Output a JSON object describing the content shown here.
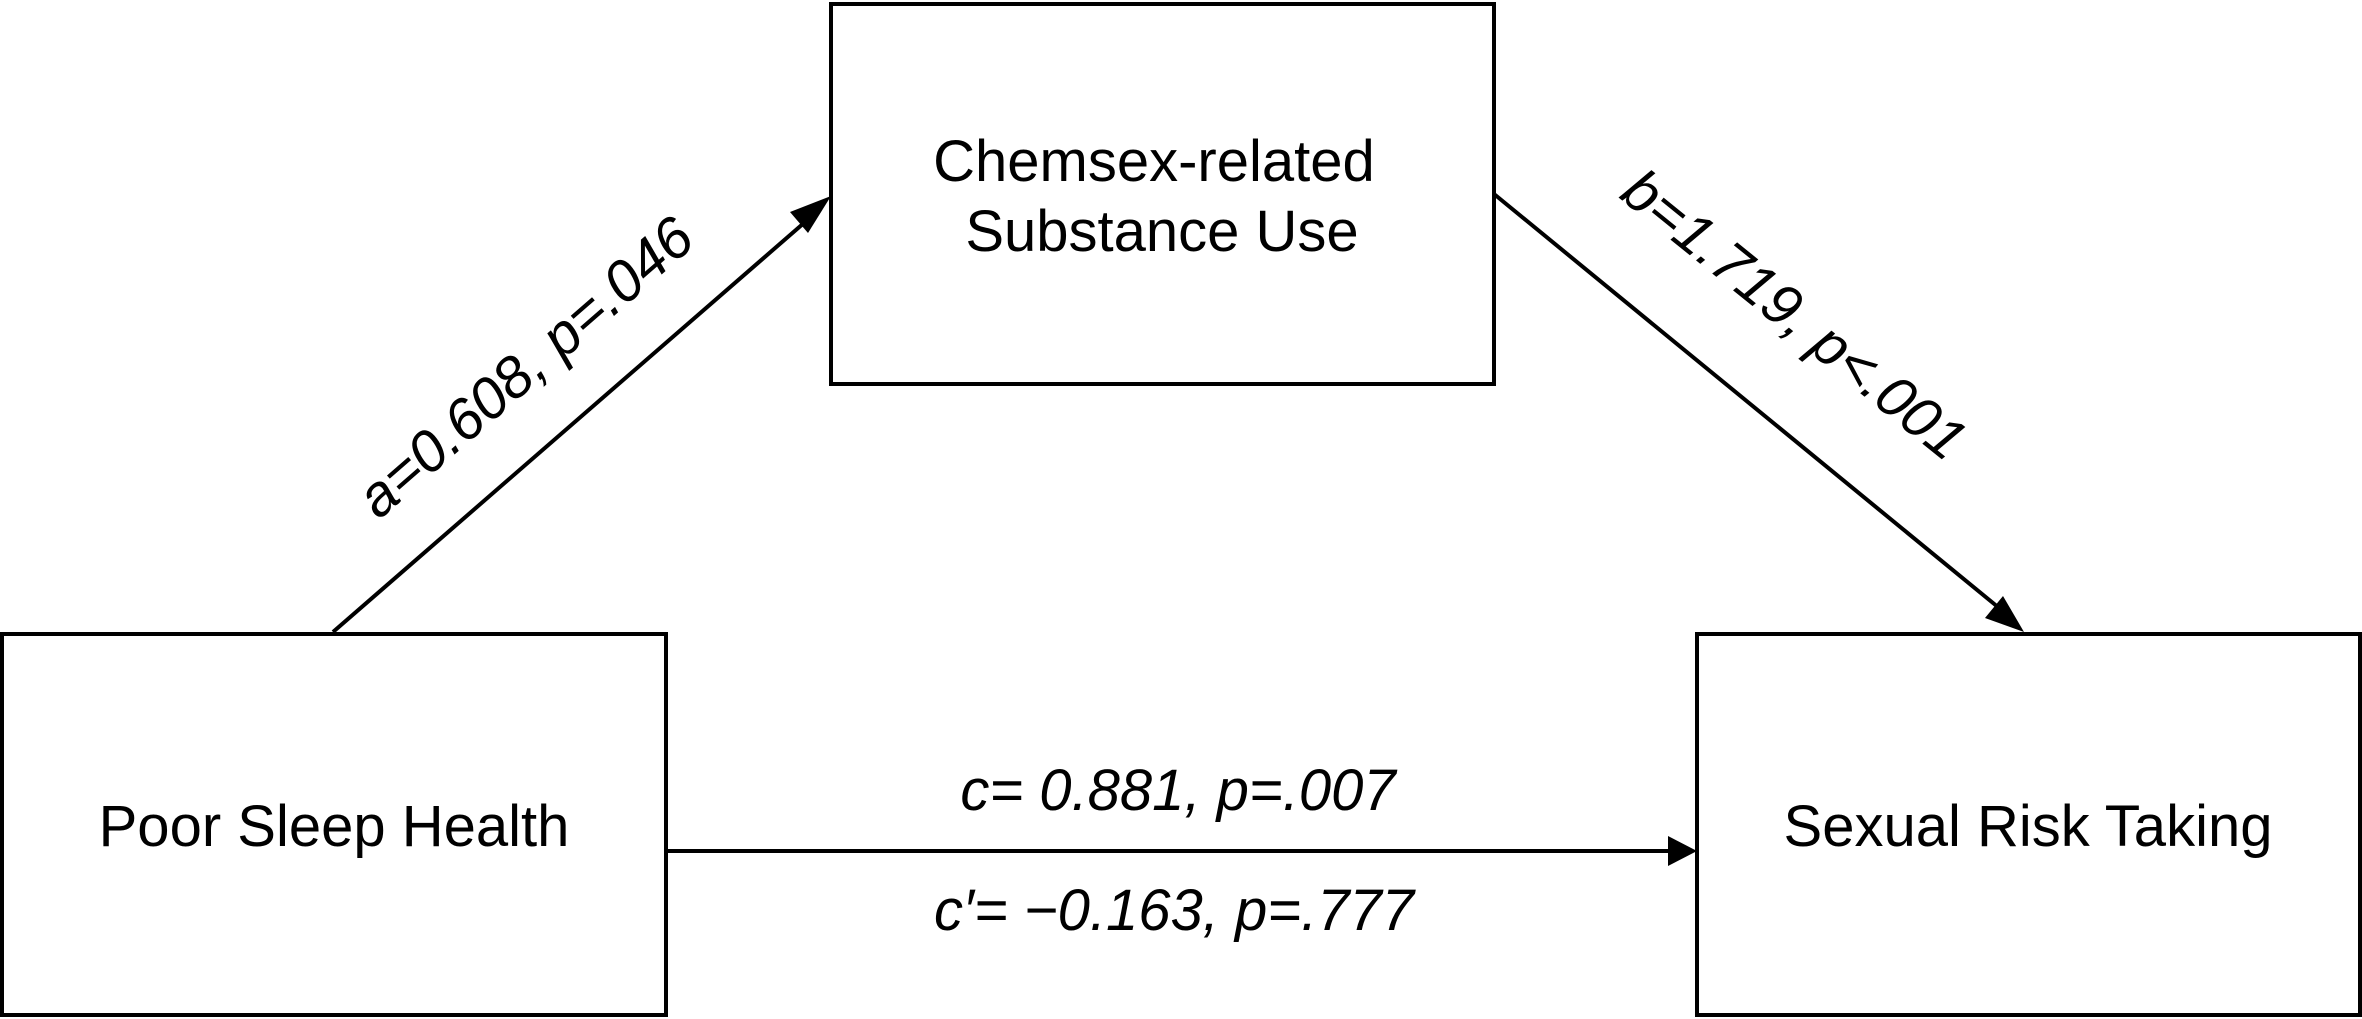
{
  "nodes": {
    "mediator": {
      "lines": [
        "Chemsex-related",
        "Substance Use"
      ]
    },
    "predictor": {
      "lines": [
        "Poor Sleep Health"
      ]
    },
    "outcome": {
      "lines": [
        "Sexual Risk Taking"
      ]
    }
  },
  "edges": {
    "a_path": {
      "from": "predictor",
      "to": "mediator",
      "label": "a=0.608, p=.046",
      "coefficient": 0.608,
      "p_value": ".046"
    },
    "b_path": {
      "from": "mediator",
      "to": "outcome",
      "label": "b=1.719, p<.001",
      "coefficient": 1.719,
      "p_value": "<.001"
    },
    "c_path": {
      "from": "predictor",
      "to": "outcome",
      "label_total": "c= 0.881, p=.007",
      "label_direct": "c′= −0.163, p=.777",
      "total_coefficient": 0.881,
      "total_p_value": ".007",
      "direct_coefficient": -0.163,
      "direct_p_value": ".777"
    }
  },
  "colors": {
    "stroke": "#000000",
    "background": "#ffffff"
  }
}
